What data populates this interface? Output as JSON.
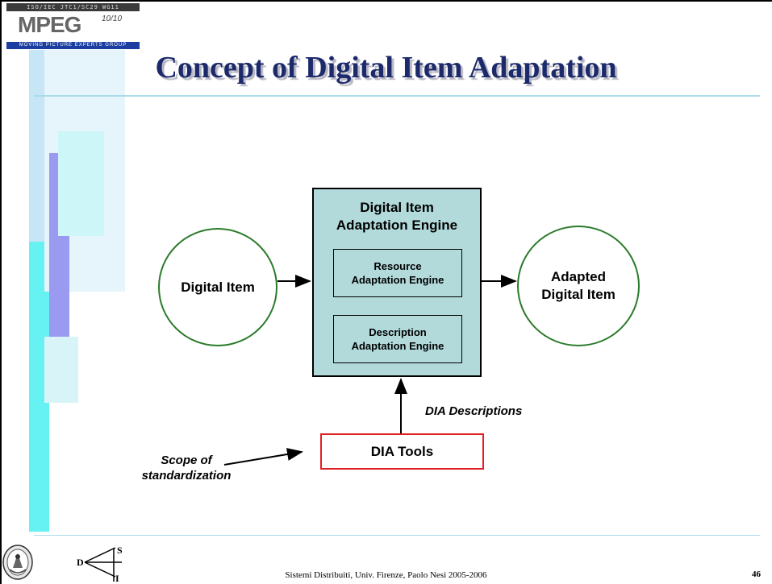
{
  "logo": {
    "strip_text": "ISO/IEC JTC1/SC29 WG11",
    "mpeg_text": "MPEG",
    "mpeg_sup": "10/10",
    "band_text": "MOVING PICTURE EXPERTS GROUP"
  },
  "title": "Concept of Digital Item Adaptation",
  "diagram": {
    "input_node": "Digital Item",
    "engine_title_line1": "Digital Item",
    "engine_title_line2": "Adaptation Engine",
    "resource_engine_line1": "Resource",
    "resource_engine_line2": "Adaptation Engine",
    "description_engine_line1": "Description",
    "description_engine_line2": "Adaptation Engine",
    "output_node_line1": "Adapted",
    "output_node_line2": "Digital Item",
    "tools_box": "DIA Tools",
    "descriptions_label": "DIA Descriptions",
    "scope_label_line1": "Scope of",
    "scope_label_line2": "standardization"
  },
  "footer": {
    "dsi_letters": [
      "D",
      "S",
      "I"
    ],
    "citation": "Sistemi Distribuiti, Univ. Firenze, Paolo Nesi 2005-2006",
    "page_number": "46"
  },
  "colors": {
    "title": "#1c2a6b",
    "engine_fill": "#b2dadb",
    "circle_stroke": "#2b7b2b",
    "tools_stroke": "#e02020",
    "accent_bars": [
      "#a8d8f0",
      "#9f9ff0",
      "#66f2f2",
      "#c8eef8"
    ]
  }
}
